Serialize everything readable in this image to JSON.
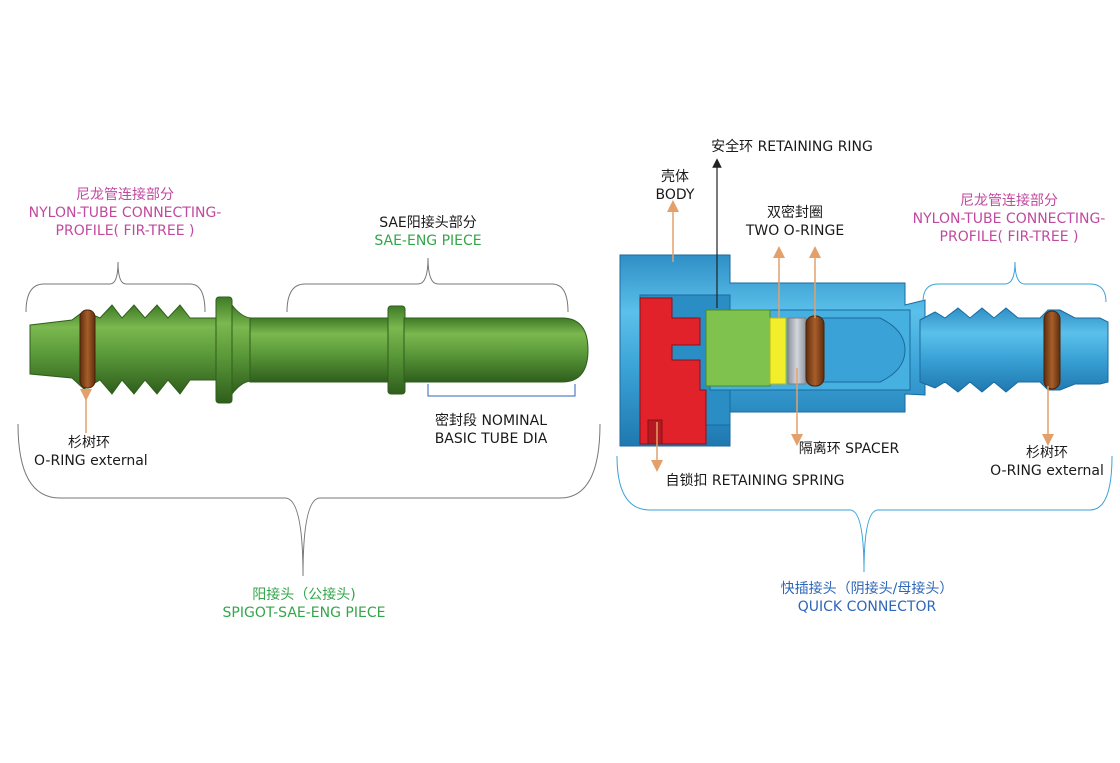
{
  "colors": {
    "spigot_green": "#5b9a3a",
    "body_blue": "#3aa2d6",
    "spring_red": "#e2222b",
    "spacer_grey": "#b8bcc4",
    "oring_brown": "#8a4a1c",
    "insert_yellow": "#f3ee2b",
    "insert_green": "#7fc24d",
    "pointer_tan": "#e3a06a",
    "label_magenta": "#c04a9f",
    "label_green": "#33a64a",
    "label_blue": "#2e66b8"
  },
  "left": {
    "firtree": {
      "cn": "尼龙管连接部分",
      "en1": "NYLON-TUBE CONNECTING-",
      "en2": "PROFILE( FIR-TREE )"
    },
    "sae_piece": {
      "cn": "SAE阳接头部分",
      "en": "SAE-ENG PIECE"
    },
    "oring": {
      "cn": "杉树环",
      "en": "O-RING external"
    },
    "seal": {
      "l1": "密封段 NOMINAL",
      "l2": "BASIC TUBE DIA"
    },
    "group": {
      "cn": "阳接头（公接头)",
      "en": "SPIGOT-SAE-ENG PIECE"
    }
  },
  "right": {
    "retaining_ring": "安全环 RETAINING RING",
    "body": {
      "cn": "壳体",
      "en": "BODY"
    },
    "two_oring": {
      "cn": "双密封圈",
      "en": "TWO O-RINGE"
    },
    "firtree": {
      "cn": "尼龙管连接部分",
      "en1": "NYLON-TUBE CONNECTING-",
      "en2": "PROFILE( FIR-TREE )"
    },
    "spacer": "隔离环 SPACER",
    "spring": "自锁扣 RETAINING SPRING",
    "oring": {
      "cn": "杉树环",
      "en": "O-RING external"
    },
    "group": {
      "cn": "快插接头（阴接头/母接头）",
      "en": "QUICK CONNECTOR"
    }
  }
}
